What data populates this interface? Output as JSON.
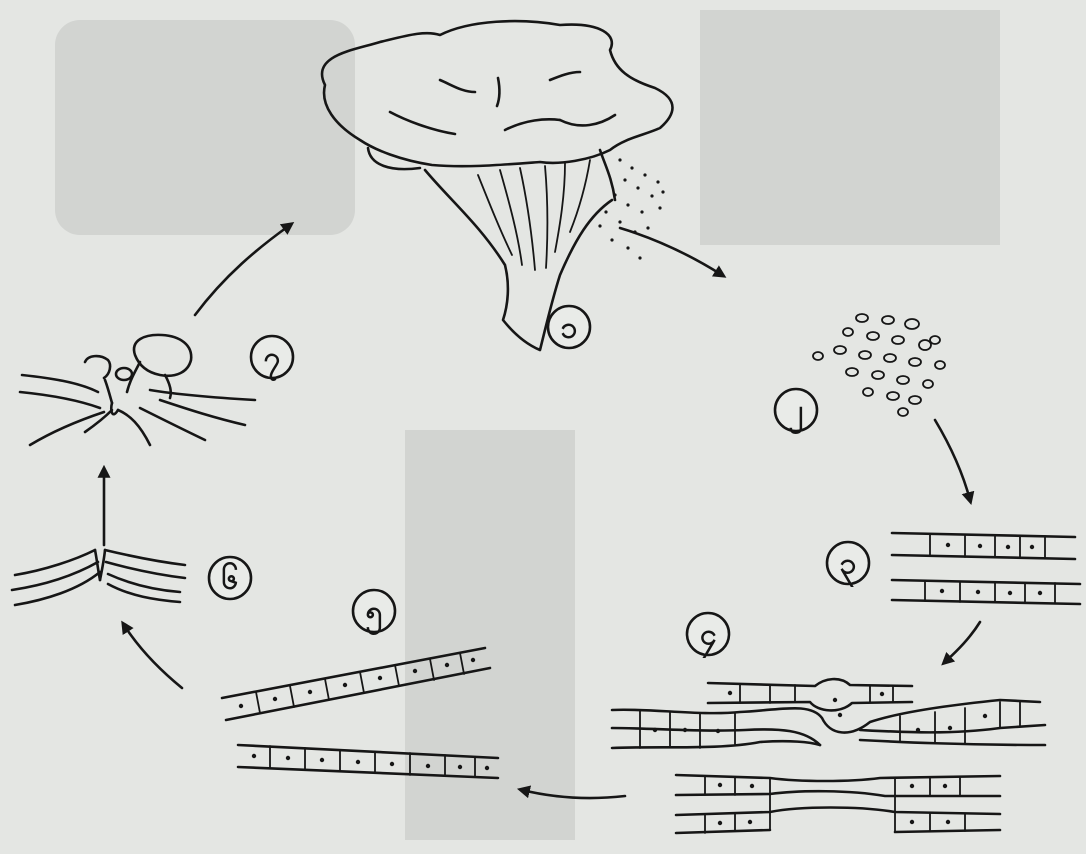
{
  "stages": [
    {
      "id": "fruiting-body",
      "label": "၁"
    },
    {
      "id": "spores",
      "label": "၂"
    },
    {
      "id": "primary-hyphae",
      "label": "၃"
    },
    {
      "id": "hyphae-fusion",
      "label": "၄"
    },
    {
      "id": "secondary-hyphae",
      "label": "၅"
    },
    {
      "id": "mycelium",
      "label": "၆"
    },
    {
      "id": "young-mushroom",
      "label": "၇"
    }
  ],
  "colors": {
    "paper": "#e4e6e3",
    "ink": "#161616"
  }
}
